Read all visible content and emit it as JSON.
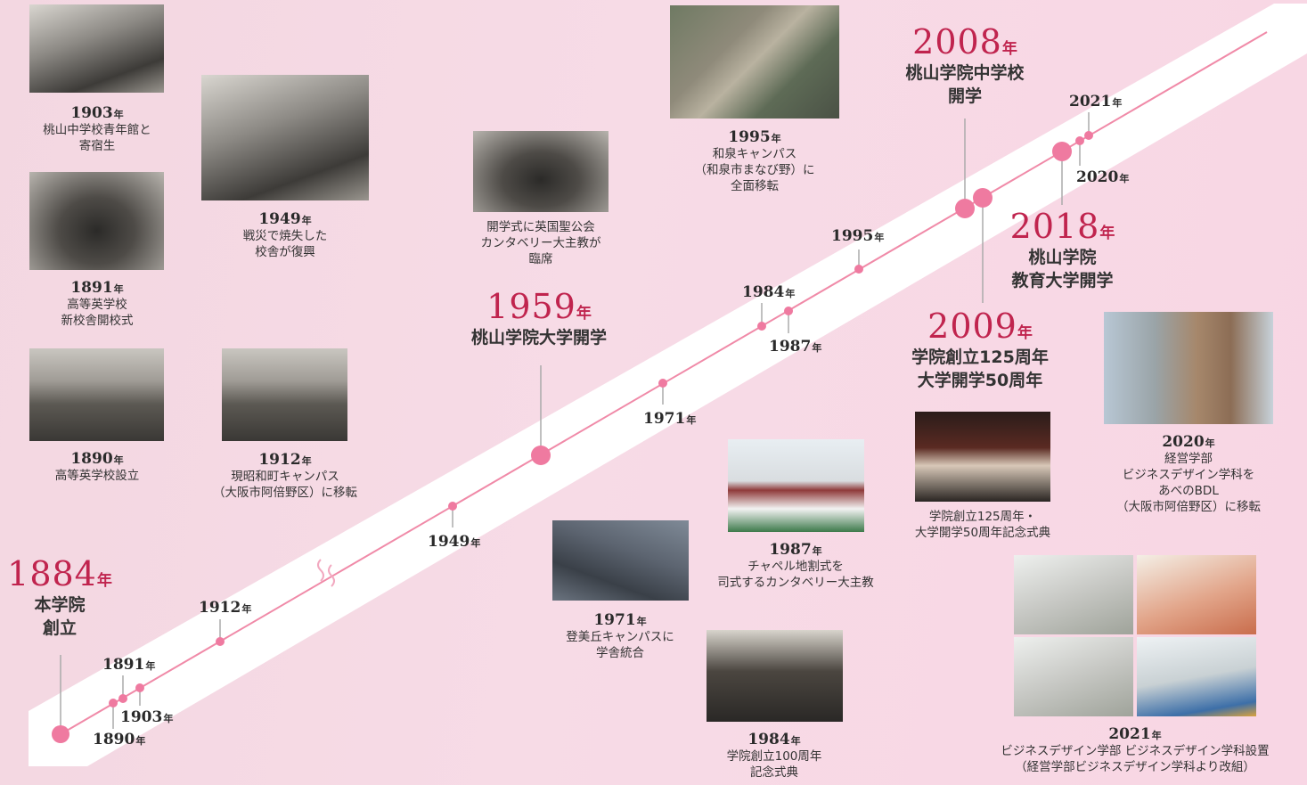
{
  "colors": {
    "accent": "#c0244e",
    "line": "#f08aa8",
    "dot": "#ef7aa0",
    "band": "#ffffff"
  },
  "nen": "年",
  "highlights": [
    {
      "year": "1884",
      "caption": [
        "本学院",
        "創立"
      ]
    },
    {
      "year": "1959",
      "caption": [
        "桃山学院大学開学"
      ]
    },
    {
      "year": "2008",
      "caption": [
        "桃山学院中学校",
        "開学"
      ]
    },
    {
      "year": "2009",
      "caption": [
        "学院創立125周年",
        "大学開学50周年"
      ]
    },
    {
      "year": "2018",
      "caption": [
        "桃山学院",
        "教育大学開学"
      ]
    }
  ],
  "timeline_labels": [
    "1890",
    "1891",
    "1903",
    "1912",
    "1949",
    "1971",
    "1984",
    "1987",
    "1995",
    "2020",
    "2021"
  ],
  "events": [
    {
      "year": "1903",
      "caption": [
        "桃山中学校青年館と",
        "寄宿生"
      ]
    },
    {
      "year": "1891",
      "caption": [
        "高等英学校",
        "新校舎開校式"
      ]
    },
    {
      "year": "1890",
      "caption": [
        "高等英学校設立"
      ]
    },
    {
      "year": "1949",
      "caption": [
        "戦災で焼失した",
        "校舎が復興"
      ]
    },
    {
      "year": "1912",
      "caption": [
        "現昭和町キャンパス",
        "（大阪市阿倍野区）に移転"
      ]
    },
    {
      "year": "",
      "caption": [
        "開学式に英国聖公会",
        "カンタベリー大主教が",
        "臨席"
      ]
    },
    {
      "year": "1971",
      "caption": [
        "登美丘キャンパスに",
        "学舎統合"
      ]
    },
    {
      "year": "1995",
      "caption": [
        "和泉キャンパス",
        "（和泉市まなび野）に",
        "全面移転"
      ]
    },
    {
      "year": "1987",
      "caption": [
        "チャペル地割式を",
        "司式するカンタベリー大主教"
      ]
    },
    {
      "year": "1984",
      "caption": [
        "学院創立100周年",
        "記念式典"
      ]
    },
    {
      "year": "",
      "caption": [
        "学院創立125周年・",
        "大学開学50周年記念式典"
      ]
    },
    {
      "year": "2020",
      "caption": [
        "経営学部",
        "ビジネスデザイン学科を",
        "あべのBDL",
        "（大阪市阿倍野区）に移転"
      ]
    },
    {
      "year": "2021",
      "caption": [
        "ビジネスデザイン学部 ビジネスデザイン学科設置",
        "（経営学部ビジネスデザイン学科より改組）"
      ]
    }
  ]
}
